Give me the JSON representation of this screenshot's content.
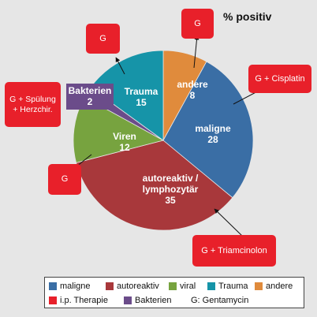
{
  "title": "% positiv",
  "colors": {
    "maligne": "#3a6ea5",
    "autoreaktiv": "#a8383b",
    "viral": "#77a33f",
    "trauma": "#1694a8",
    "andere": "#e08b3c",
    "bakterien": "#6b4c8a",
    "therapie": "#e8202a"
  },
  "chart_data": {
    "type": "pie",
    "slices": [
      {
        "label": "andere",
        "value": 8,
        "color": "#e08b3c"
      },
      {
        "label": "maligne",
        "value": 28,
        "color": "#3a6ea5"
      },
      {
        "label": "autoreaktiv / lymphozytär",
        "value": 35,
        "color": "#a8383b"
      },
      {
        "label": "Viren",
        "value": 12,
        "color": "#77a33f"
      },
      {
        "label": "Bakterien",
        "value": 2,
        "color": "#6b4c8a"
      },
      {
        "label": "Trauma",
        "value": 15,
        "color": "#1694a8"
      }
    ]
  },
  "therapy_boxes": {
    "andere": "G",
    "trauma": "G",
    "bakterien": "G + Spülung + Herzchir.",
    "viren": "G",
    "maligne": "G + Cisplatin",
    "autoreaktiv": "G + Triamcinolon"
  },
  "legend": {
    "maligne": "maligne",
    "autoreaktiv": "autoreaktiv",
    "viral": "viral",
    "trauma": "Trauma",
    "andere": "andere",
    "therapie": "i.p. Therapie",
    "bakterien": "Bakterien",
    "gentamycin": "G: Gentamycin"
  }
}
